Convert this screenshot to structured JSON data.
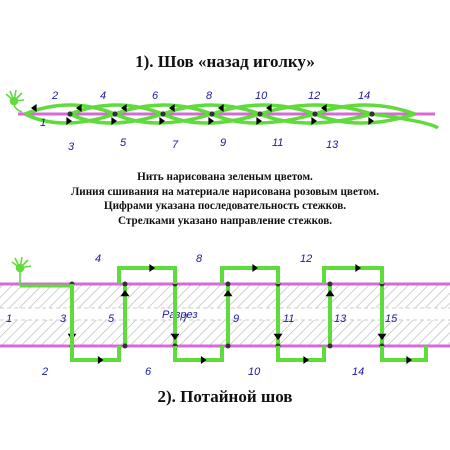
{
  "title1": "1). Шов «назад иголку»",
  "title2": "2). Потайной шов",
  "notes": [
    "Нить нарисована зеленым цветом.",
    "Линия сшивания на материале нарисована розовым цветом.",
    "Цифрами указана последовательность стежков.",
    "Стрелками указано направление стежков."
  ],
  "cut_label": "Разрез",
  "colors": {
    "thread": "#5fdc3c",
    "seam": "#d86ad8",
    "arrow": "#000000",
    "hatch": "#bbbbbb"
  },
  "diagram1": {
    "top_numbers": [
      "2",
      "4",
      "6",
      "8",
      "10",
      "12",
      "14"
    ],
    "bottom_numbers": [
      "1",
      "3",
      "5",
      "7",
      "9",
      "11",
      "13"
    ]
  },
  "diagram2": {
    "top_numbers": [
      "4",
      "8",
      "12"
    ],
    "bottom_numbers": [
      "2",
      "6",
      "10",
      "14"
    ],
    "middle_numbers": [
      "1",
      "3",
      "5",
      "7",
      "9",
      "11",
      "13",
      "15"
    ]
  }
}
